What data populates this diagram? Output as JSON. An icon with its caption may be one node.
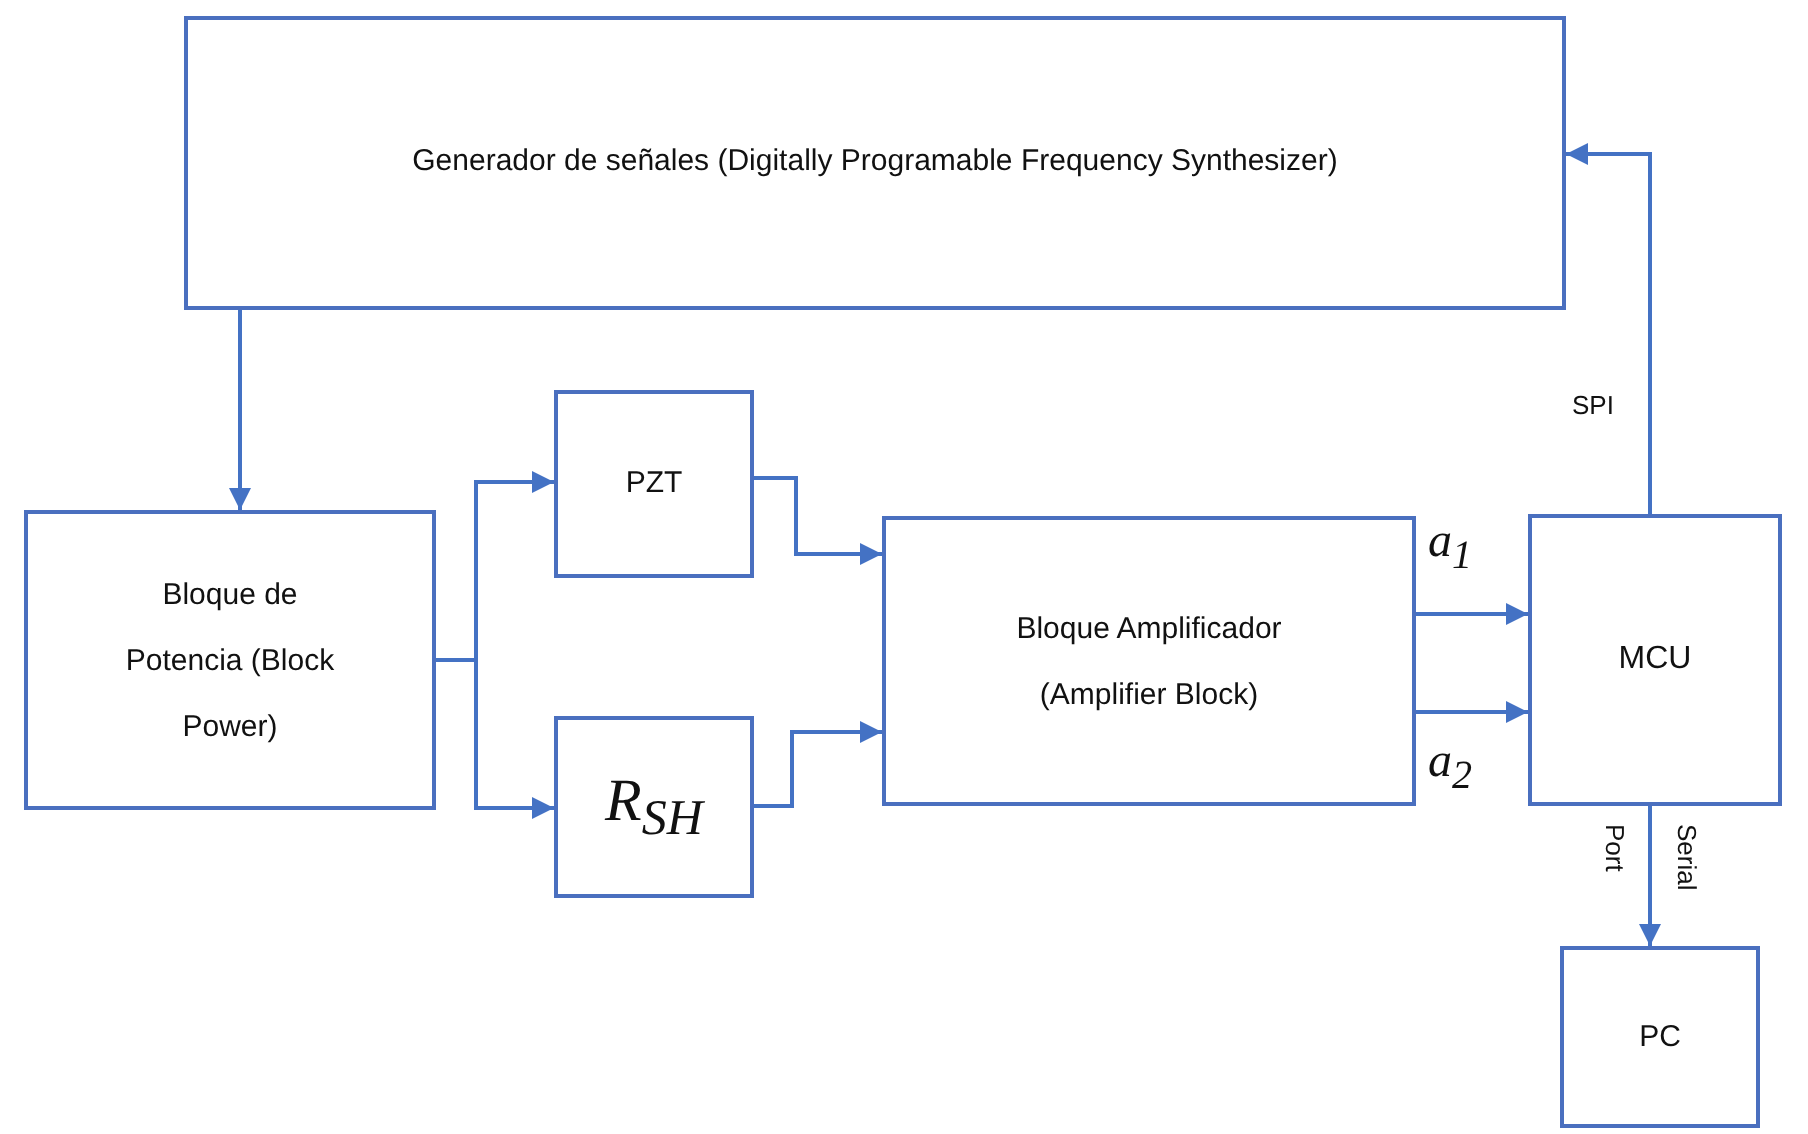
{
  "diagram": {
    "nodes": [
      {
        "text": [
          "Generador de señales (Digitally Programable Frequency Synthesizer)"
        ]
      },
      {
        "text": [
          "Bloque de Potencia (Block Power)"
        ]
      },
      {
        "text": [
          "PZT"
        ]
      },
      {
        "text": [
          "*R*$_{SH}$"
        ]
      },
      {
        "text": [
          "Bloque Amplificador (Amplifier Block)"
        ]
      },
      {
        "text": [
          "MCU"
        ]
      },
      {
        "text": [
          "PC"
        ]
      }
    ],
    "edges": [
      {
        "from": 0,
        "to": 1,
        "arrow": "to"
      },
      {
        "from": 1,
        "to": 2,
        "arrow": "to"
      },
      {
        "from": 1,
        "to": 3,
        "arrow": "to"
      },
      {
        "from": 2,
        "to": 4,
        "arrow": "to"
      },
      {
        "from": 3,
        "to": 4,
        "arrow": "to"
      },
      {
        "from": 4,
        "to": 5,
        "arrow": "to",
        "label": "*a*$_{1}$"
      },
      {
        "from": 4,
        "to": 5,
        "arrow": "to",
        "label": "*a*$_{2}$"
      },
      {
        "from": 5,
        "to": 0,
        "arrow": "to",
        "label": "SPI"
      },
      {
        "from": 5,
        "to": 6,
        "arrow": "to",
        "label": "Port"
      }
    ],
    "labels": [
      "Serial"
    ]
  }
}
